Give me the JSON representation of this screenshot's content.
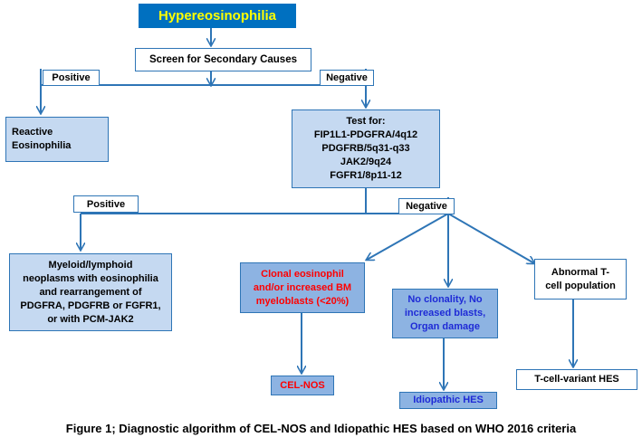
{
  "nodes": {
    "hypereosinophilia": "Hypereosinophilia",
    "screen": "Screen for Secondary Causes",
    "positive_1": "Positive",
    "negative_1": "Negative",
    "reactive": "Reactive\nEosinophilia",
    "test_for": "Test for:\nFIP1L1-PDGFRA/4q12\nPDGFRB/5q31-q33\nJAK2/9q24\nFGFR1/8p11-12",
    "positive_2": "Positive",
    "negative_2": "Negative",
    "myeloid": "Myeloid/lymphoid\nneoplasms with eosinophilia\nand rearrangement of\nPDGFRA, PDGFRB or FGFR1,\nor with PCM-JAK2",
    "clonal": "Clonal eosinophil\nand/or increased BM\nmyeloblasts (<20%)",
    "no_clonality": "No clonality, No\nincreased blasts,\nOrgan damage",
    "abnormal_t": "Abnormal T-\ncell population",
    "cel_nos": "CEL-NOS",
    "idiopathic_hes": "Idiopathic HES",
    "t_cell_hes": "T-cell-variant HES"
  },
  "caption": "Figure 1; Diagnostic algorithm of CEL-NOS and Idiopathic HES based on WHO 2016 criteria",
  "colors": {
    "title_bg": "#0070c0",
    "title_text": "#ffff00",
    "light_box": "#c5d9f1",
    "mid_box": "#8db3e2",
    "connector": "#2e75b6",
    "red_text": "#ff0000",
    "blue_text": "#1f2bd6"
  }
}
